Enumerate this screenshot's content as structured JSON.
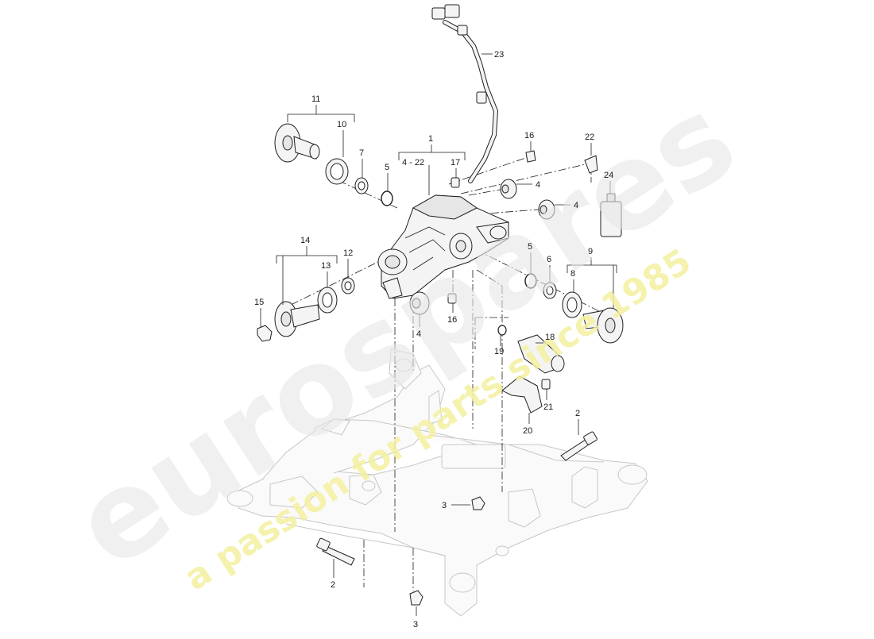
{
  "watermark": {
    "brand": "eurospares",
    "tagline": "a passion for parts since 1985",
    "brand_color": "#e6e6e6",
    "tagline_color": "#f3f0a0"
  },
  "callouts": [
    {
      "id": "c1",
      "text": "1"
    },
    {
      "id": "c4-22",
      "text": "4 - 22"
    },
    {
      "id": "c17",
      "text": "17"
    },
    {
      "id": "c2a",
      "text": "2"
    },
    {
      "id": "c2b",
      "text": "2"
    },
    {
      "id": "c3a",
      "text": "3"
    },
    {
      "id": "c3b",
      "text": "3"
    },
    {
      "id": "c4a",
      "text": "4"
    },
    {
      "id": "c4b",
      "text": "4"
    },
    {
      "id": "c4c",
      "text": "4"
    },
    {
      "id": "c5a",
      "text": "5"
    },
    {
      "id": "c5b",
      "text": "5"
    },
    {
      "id": "c6",
      "text": "6"
    },
    {
      "id": "c7",
      "text": "7"
    },
    {
      "id": "c8",
      "text": "8"
    },
    {
      "id": "c9",
      "text": "9"
    },
    {
      "id": "c10",
      "text": "10"
    },
    {
      "id": "c11",
      "text": "11"
    },
    {
      "id": "c12",
      "text": "12"
    },
    {
      "id": "c13",
      "text": "13"
    },
    {
      "id": "c14",
      "text": "14"
    },
    {
      "id": "c15",
      "text": "15"
    },
    {
      "id": "c16a",
      "text": "16"
    },
    {
      "id": "c16b",
      "text": "16"
    },
    {
      "id": "c18",
      "text": "18"
    },
    {
      "id": "c19",
      "text": "19"
    },
    {
      "id": "c20",
      "text": "20"
    },
    {
      "id": "c21",
      "text": "21"
    },
    {
      "id": "c22",
      "text": "22"
    },
    {
      "id": "c23",
      "text": "23"
    },
    {
      "id": "c24",
      "text": "24"
    }
  ]
}
